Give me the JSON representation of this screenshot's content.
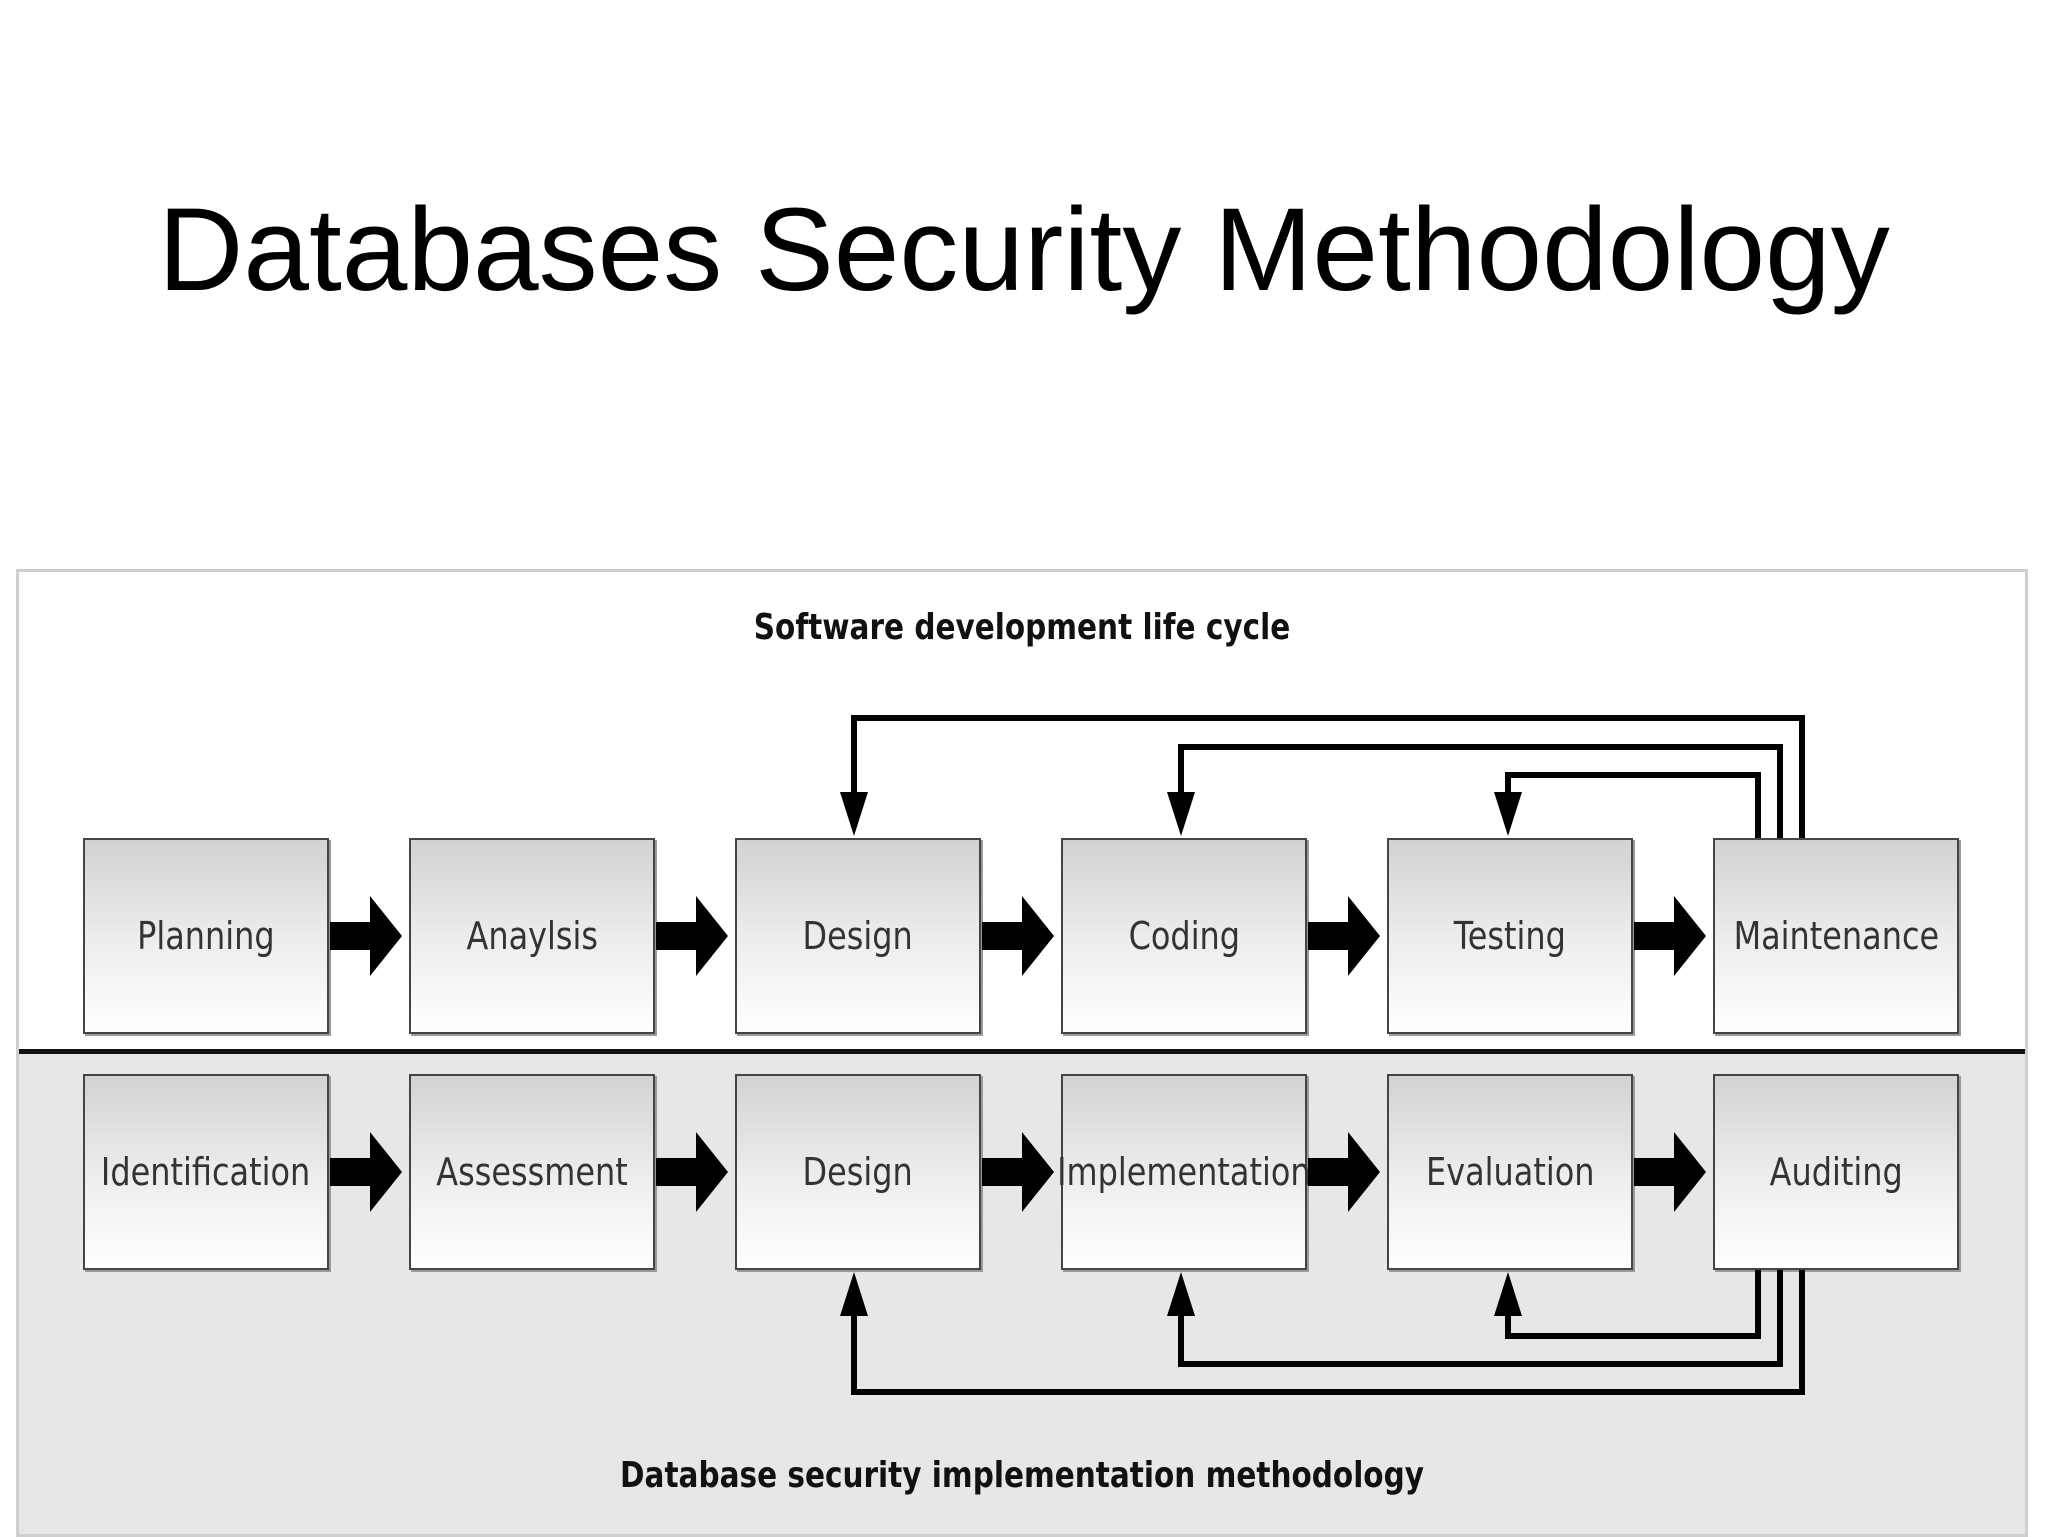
{
  "slide": {
    "title": "Databases Security Methodology"
  },
  "diagram": {
    "top_section": {
      "title": "Software development life cycle",
      "steps": [
        "Planning",
        "Anaylsis",
        "Design",
        "Coding",
        "Testing",
        "Maintenance"
      ]
    },
    "bottom_section": {
      "title": "Database security implementation methodology",
      "steps": [
        "Identification",
        "Assessment",
        "Design",
        "Implementation",
        "Evaluation",
        "Auditing"
      ]
    }
  },
  "colors": {
    "box_border": "#444444",
    "arrow": "#000000",
    "lower_band": "#e7e7e7"
  }
}
